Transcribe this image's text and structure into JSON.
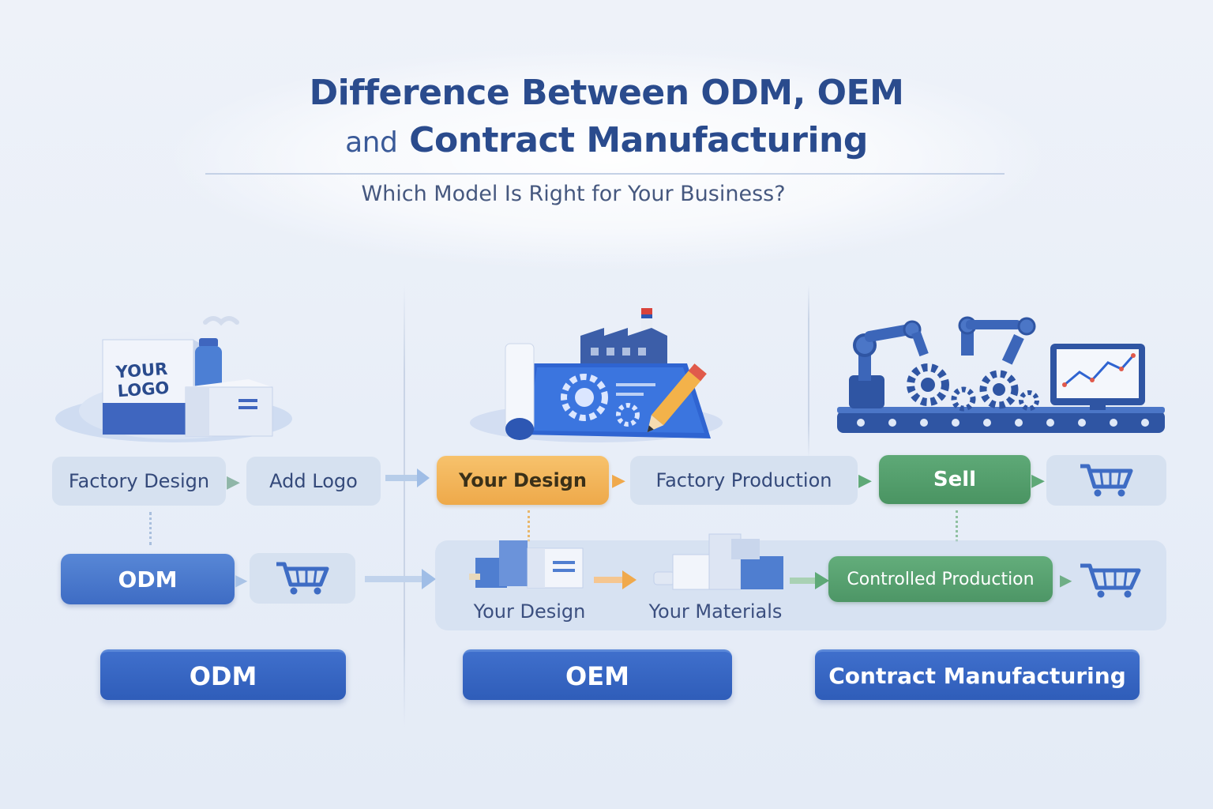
{
  "title": {
    "line1": "Difference Between ODM, OEM",
    "line2_prefix": "and",
    "line2_main": "Contract Manufacturing"
  },
  "subtitle": "Which Model Is Right for Your Business?",
  "odm": {
    "box_logo_text_line1": "YOUR",
    "box_logo_text_line2": "LOGO",
    "step1": "Factory Design",
    "step2": "Add Logo",
    "model_pill": "ODM",
    "footer_label": "ODM"
  },
  "oem": {
    "step1": "Your Design",
    "step2": "Factory Production",
    "footer_label": "OEM"
  },
  "contract": {
    "step_sell": "Sell",
    "bottom_step1": "Your Design",
    "bottom_step2": "Your Materials",
    "bottom_step3": "Controlled Production",
    "footer_label": "Contract Manufacturing"
  },
  "colors": {
    "primary_blue": "#3e6cc4",
    "orange": "#eea94a",
    "green": "#4a9462",
    "light_pill": "#d6e1f0",
    "title_blue": "#2a4b8d"
  },
  "icons": [
    "product-box-icon",
    "blueprint-factory-icon",
    "robot-assembly-line-icon",
    "shopping-cart-icon",
    "arrow-right-icon"
  ]
}
